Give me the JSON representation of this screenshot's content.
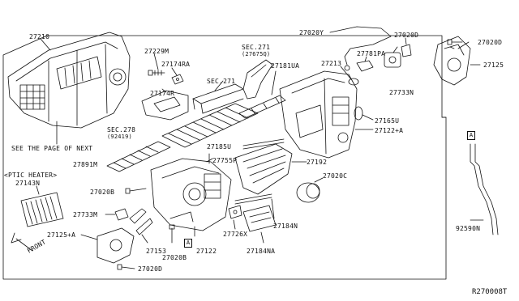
{
  "labels": {
    "p27210": "27210",
    "p27229M": "27229M",
    "p27174RA": "27174RA",
    "p27174R": "27174R",
    "sec271_top": "SEC.271",
    "sec271_top_sub": "(27675Q)",
    "sec271_mid": "SEC.271",
    "p27181UA": "27181UA",
    "p27020Y": "27020Y",
    "p27020D_top": "27020D",
    "p27020D_right": "27020D",
    "p27125": "27125",
    "p27213": "27213",
    "p27781PA": "27781PA",
    "p27733N": "27733N",
    "p27165U": "27165U",
    "p27122A": "27122+A",
    "sec278": "SEC.278",
    "sec278_sub": "(92419)",
    "see_page": "SEE THE PAGE OF NEXT",
    "p27185U": "27185U",
    "p27891M": "27891M",
    "p27755P": "27755P",
    "p27192": "27192",
    "ptc_heater": "<PTIC HEATER>",
    "p27143N": "27143N",
    "p27020B_left": "27020B",
    "p27020C": "27020C",
    "p27733M": "27733M",
    "p27125A": "27125+A",
    "p27153": "27153",
    "p27020B_bottom": "27020B",
    "p27122": "27122",
    "p27726X": "27726X",
    "p27184N": "27184N",
    "p27184NA": "27184NA",
    "p27020D_bottom": "27020D",
    "p92590N": "92590N",
    "front": "FRONT",
    "marker_a": "A",
    "ref_code": "R270008T"
  }
}
